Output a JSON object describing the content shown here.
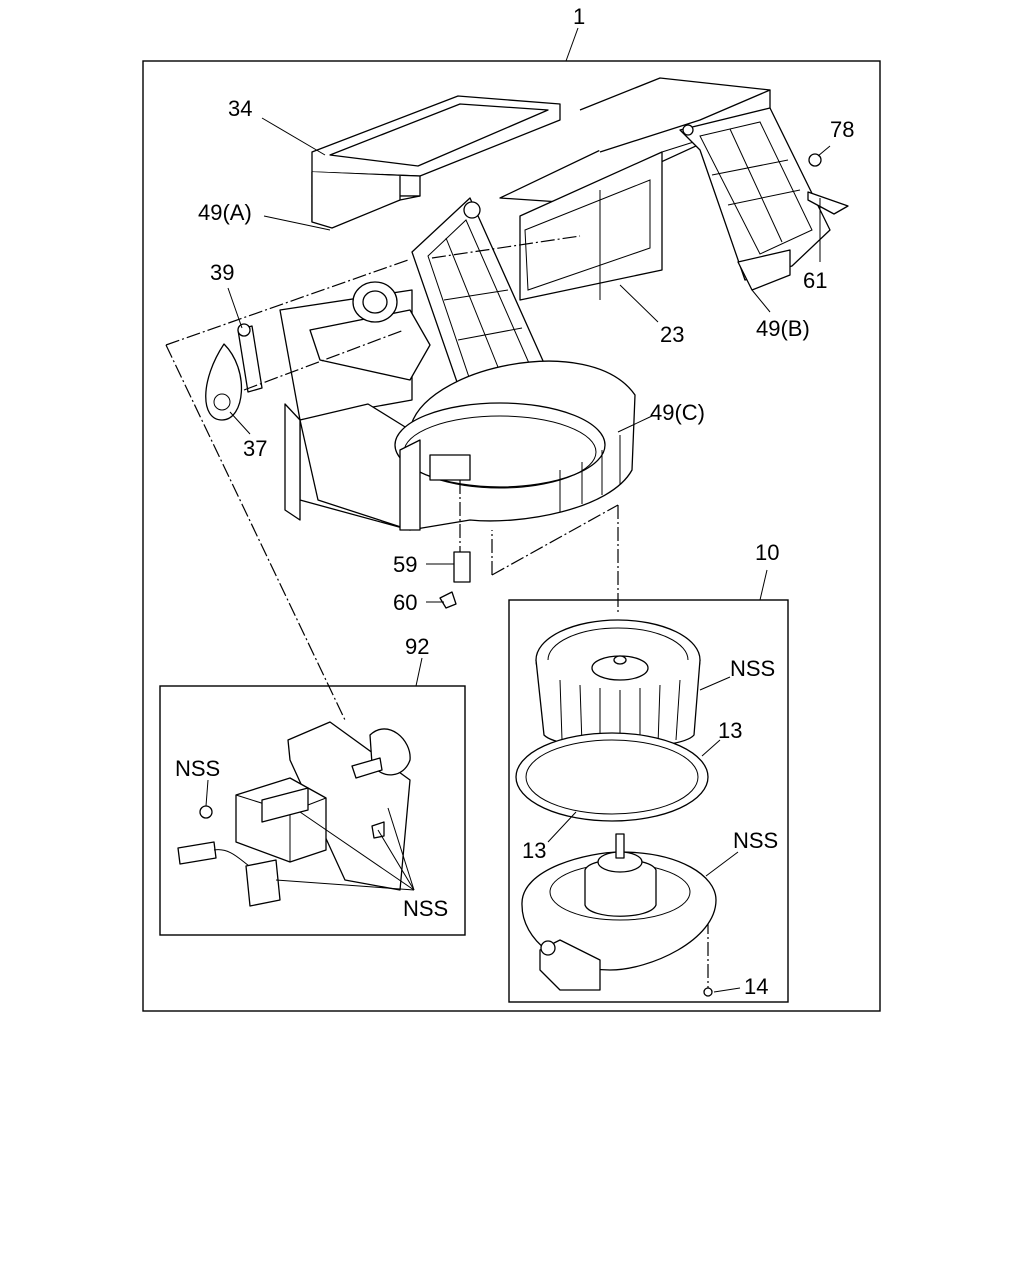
{
  "callouts": {
    "assembly": "1",
    "case_top": "34",
    "clip_a": "49(A)",
    "lever": "39",
    "cam": "37",
    "screw_78": "78",
    "clip_61": "61",
    "clip_b": "49(B)",
    "case_lower": "23",
    "clip_c": "49(C)",
    "bracket_59": "59",
    "screw_60": "60",
    "blower_kit": "10",
    "nss_fan": "NSS",
    "gasket_13a": "13",
    "gasket_13b": "13",
    "nss_motor": "NSS",
    "screw_14": "14",
    "resistor_kit": "92",
    "nss_screw": "NSS",
    "nss_resistor": "NSS"
  }
}
